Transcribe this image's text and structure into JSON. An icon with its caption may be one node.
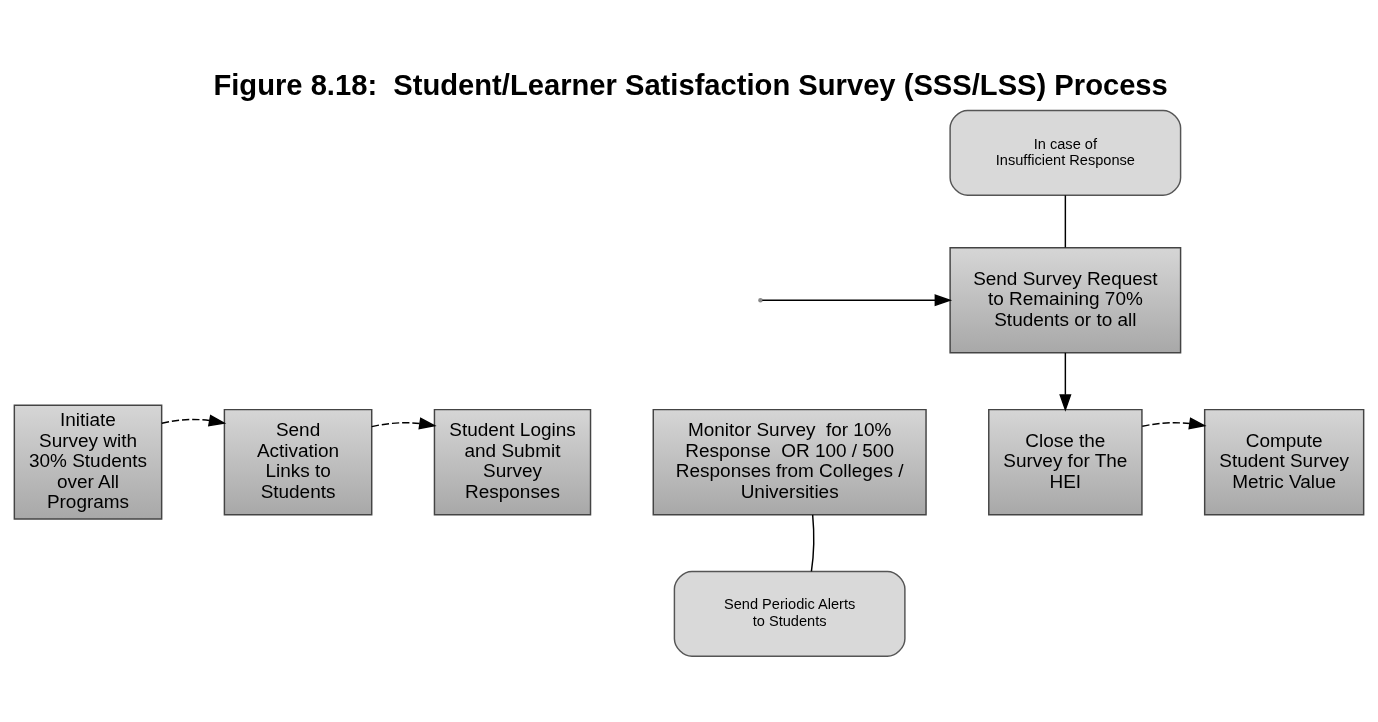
{
  "diagram": {
    "title": "Figure 8.18:  Student/Learner Satisfaction Survey (SSS/LSS) Process",
    "nodes": [
      {
        "text": [
          "In case of Insufficient Response"
        ]
      },
      {
        "text": [
          "Send Survey Request to Remaining 70% Students or to all"
        ]
      },
      {
        "text": [
          "Initiate Survey with 30% Students over All Programs"
        ]
      },
      {
        "text": [
          "Send Activation Links to Students"
        ]
      },
      {
        "text": [
          "Student Logins and Submit Survey Responses"
        ]
      },
      {
        "text": [
          "Monitor Survey  for 10% Response  OR 100 / 500 Responses from Colleges / Universities"
        ]
      },
      {
        "text": [
          "Close the Survey for The HEI"
        ]
      },
      {
        "text": [
          "Compute Student Survey Metric Value"
        ]
      },
      {
        "text": [
          "Send Periodic Alerts to Students"
        ]
      }
    ],
    "edges": [
      {
        "from": 0,
        "to": 1,
        "arrow": "none"
      },
      {
        "from": null,
        "to": 1,
        "arrow": "to"
      },
      {
        "from": 1,
        "to": 6,
        "arrow": "to"
      },
      {
        "from": 2,
        "to": 3,
        "arrow": "to",
        "style": "dashed"
      },
      {
        "from": 3,
        "to": 4,
        "arrow": "to",
        "style": "dashed"
      },
      {
        "from": 6,
        "to": 7,
        "arrow": "to",
        "style": "dashed"
      },
      {
        "from": 8,
        "to": 5,
        "arrow": "none"
      }
    ]
  }
}
